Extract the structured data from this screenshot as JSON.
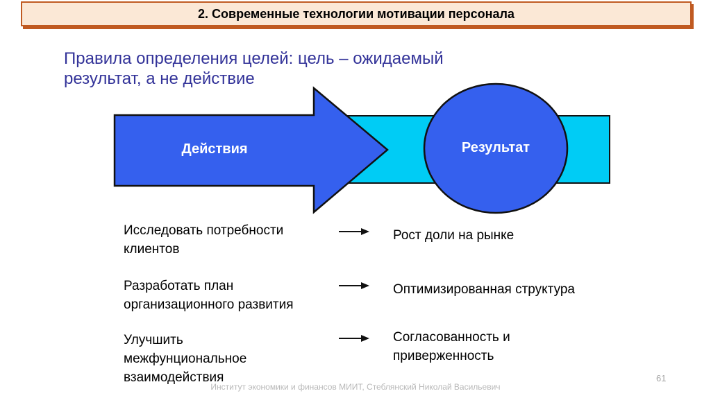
{
  "slide": {
    "title": "2. Современные технологии мотивации персонала",
    "subtitle": "Правила определения целей: цель – ожидаемый результат, а не действие",
    "diagram": {
      "arrow_label": "Действия",
      "circle_label": "Результат"
    },
    "mappings": [
      {
        "action": "Исследовать потребности клиентов",
        "result": "Рост доли на рынке"
      },
      {
        "action": "Разработать план организационного развития",
        "result": "Оптимизированная структура"
      },
      {
        "action": "Улучшить межфунциональное взаимодействия",
        "result": "Согласованность и приверженность"
      }
    ],
    "footer": "Институт экономики и финансов МИИТ, Стеблянский Николай Васильевич",
    "page_number": "61",
    "colors": {
      "title_bg": "#FBE8D6",
      "title_border": "#C05A21",
      "subtitle_text": "#333399",
      "shape_blue": "#3560EE",
      "band_cyan": "#00CCF5",
      "shape_outline": "#111111",
      "label_text": "#FFFFFF",
      "body_text": "#000000",
      "footer_text": "#B8B8B8"
    }
  }
}
